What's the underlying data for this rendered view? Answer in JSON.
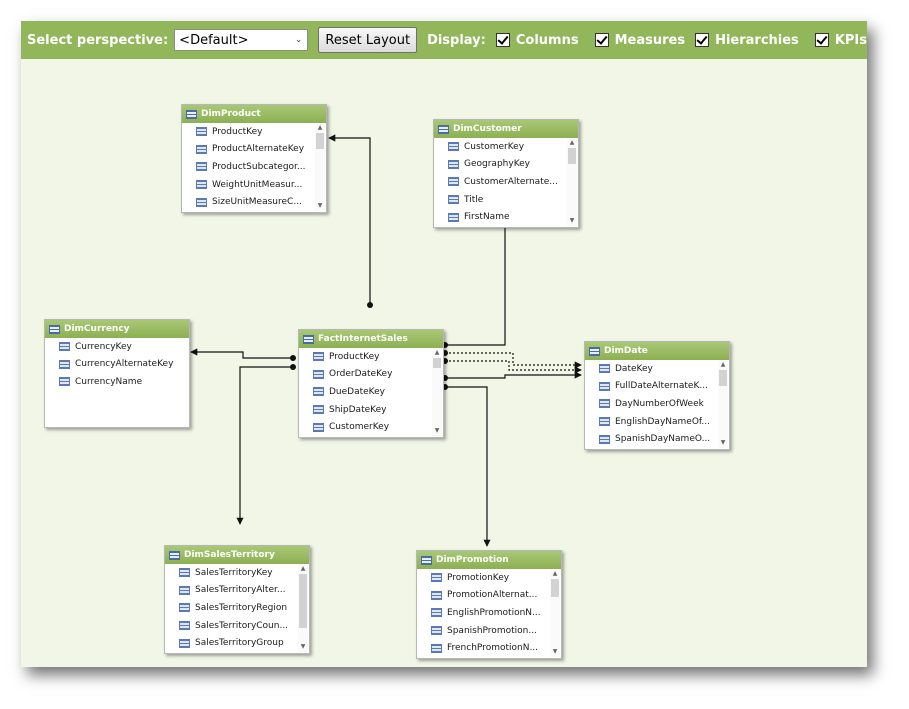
{
  "toolbar": {
    "perspective_label": "Select perspective:",
    "perspective_value": "<Default>",
    "reset_label": "Reset Layout",
    "display_label": "Display:",
    "checkboxes": [
      {
        "label": "Columns",
        "checked": true
      },
      {
        "label": "Measures",
        "checked": true
      },
      {
        "label": "Hierarchies",
        "checked": true
      },
      {
        "label": "KPIs",
        "checked": true
      }
    ]
  },
  "tables": {
    "dimproduct": {
      "name": "DimProduct",
      "columns": [
        "ProductKey",
        "ProductAlternateKey",
        "ProductSubcategor...",
        "WeightUnitMeasur...",
        "SizeUnitMeasureC..."
      ]
    },
    "dimcustomer": {
      "name": "DimCustomer",
      "columns": [
        "CustomerKey",
        "GeographyKey",
        "CustomerAlternate...",
        "Title",
        "FirstName"
      ]
    },
    "dimcurrency": {
      "name": "DimCurrency",
      "columns": [
        "CurrencyKey",
        "CurrencyAlternateKey",
        "CurrencyName"
      ]
    },
    "factinternetsales": {
      "name": "FactInternetSales",
      "columns": [
        "ProductKey",
        "OrderDateKey",
        "DueDateKey",
        "ShipDateKey",
        "CustomerKey"
      ]
    },
    "dimdate": {
      "name": "DimDate",
      "columns": [
        "DateKey",
        "FullDateAlternateK...",
        "DayNumberOfWeek",
        "EnglishDayNameOf...",
        "SpanishDayNameO..."
      ]
    },
    "dimsalesterritory": {
      "name": "DimSalesTerritory",
      "columns": [
        "SalesTerritoryKey",
        "SalesTerritoryAlter...",
        "SalesTerritoryRegion",
        "SalesTerritoryCoun...",
        "SalesTerritoryGroup"
      ]
    },
    "dimpromotion": {
      "name": "DimPromotion",
      "columns": [
        "PromotionKey",
        "PromotionAlternat...",
        "EnglishPromotionN...",
        "SpanishPromotion...",
        "FrenchPromotionN..."
      ]
    }
  },
  "colors": {
    "toolbar": "#92b65a",
    "canvas": "#f1f6e7",
    "table_header": "#8cb052",
    "column_icon": "#5b79b5"
  }
}
